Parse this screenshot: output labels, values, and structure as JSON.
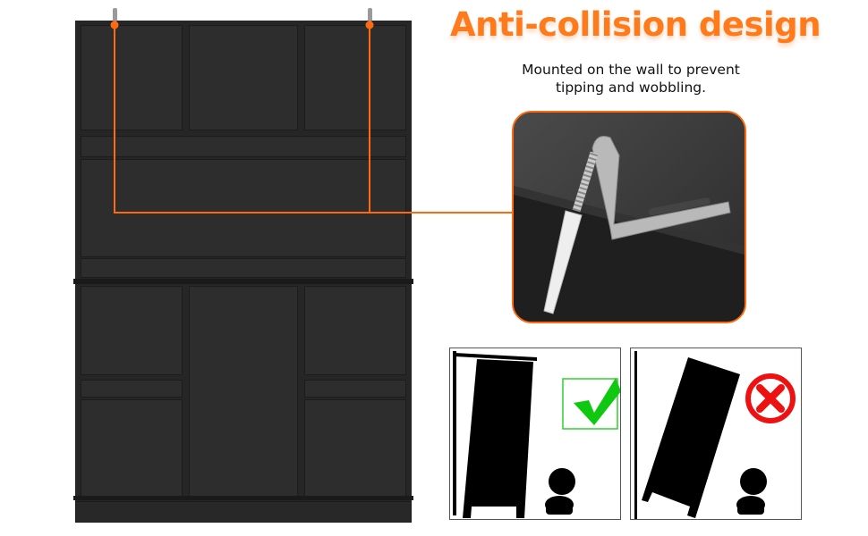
{
  "header": {
    "title": "Anti-collision design",
    "subtitle_line1": "Mounted on the wall to prevent",
    "subtitle_line2": "tipping and wobbling."
  },
  "colors": {
    "accent": "#ff6a10",
    "cabinet": "#2d2d2d",
    "correct": "#11c811",
    "wrong": "#ee1111"
  },
  "icons": [
    "wall-bracket-icon",
    "checkmark-icon",
    "cross-circle-icon",
    "baby-silhouette-icon"
  ]
}
